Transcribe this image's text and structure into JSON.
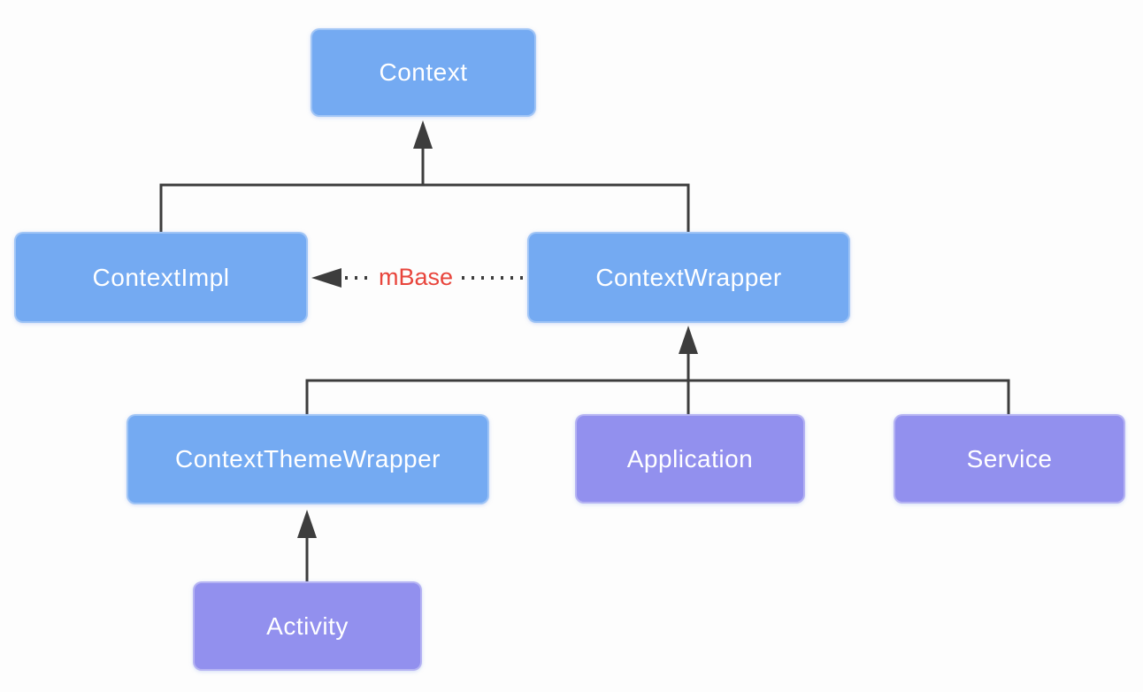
{
  "diagram": {
    "nodes": [
      {
        "id": "context",
        "label": "Context",
        "color": "blue"
      },
      {
        "id": "context-impl",
        "label": "ContextImpl",
        "color": "blue"
      },
      {
        "id": "context-wrapper",
        "label": "ContextWrapper",
        "color": "blue"
      },
      {
        "id": "context-theme-wrapper",
        "label": "ContextThemeWrapper",
        "color": "blue"
      },
      {
        "id": "application",
        "label": "Application",
        "color": "purple"
      },
      {
        "id": "service",
        "label": "Service",
        "color": "purple"
      },
      {
        "id": "activity",
        "label": "Activity",
        "color": "purple"
      }
    ],
    "edges": [
      {
        "from": "ContextImpl",
        "to": "Context",
        "type": "inheritance-arrow",
        "label": ""
      },
      {
        "from": "ContextWrapper",
        "to": "Context",
        "type": "inheritance-arrow",
        "label": ""
      },
      {
        "from": "ContextThemeWrapper",
        "to": "ContextWrapper",
        "type": "inheritance-arrow",
        "label": ""
      },
      {
        "from": "Application",
        "to": "ContextWrapper",
        "type": "inheritance-arrow",
        "label": ""
      },
      {
        "from": "Service",
        "to": "ContextWrapper",
        "type": "inheritance-arrow",
        "label": ""
      },
      {
        "from": "Activity",
        "to": "ContextThemeWrapper",
        "type": "inheritance-arrow",
        "label": ""
      },
      {
        "from": "ContextWrapper",
        "to": "ContextImpl",
        "type": "dotted-reference-arrow",
        "label": "mBase"
      }
    ],
    "colors": {
      "node_blue": "#74aaf2",
      "node_purple": "#9290ee",
      "node_text": "#ffffff",
      "line": "#3d3d3d",
      "edge_label_red": "#e8453c",
      "background": "#fdfdfd"
    }
  }
}
